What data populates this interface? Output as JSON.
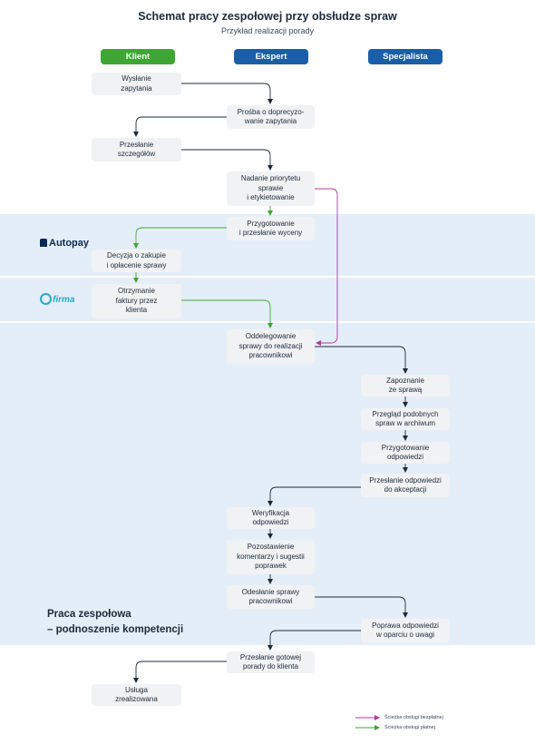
{
  "title": "Schemat pracy zespołowej przy obsłudze spraw",
  "subtitle": "Przykład realizacji porady",
  "lanes": {
    "klient": "Klient",
    "ekspert": "Ekspert",
    "specjalista": "Specjalista"
  },
  "nodes": {
    "n1": "Wysłanie\nzapytania",
    "n2": "Prośba o doprecyzo-\nwanie zapytania",
    "n3": "Przesłanie\nszczegółów",
    "n4": "Nadanie priorytetu\nsprawie\ni etykietowanie",
    "n5": "Przygotowanie\ni przesłanie wyceny",
    "n6": "Decyzja o zakupie\ni opłacenie sprawy",
    "n7": "Otrzymanie\nfaktury przez\nklienta",
    "n8": "Oddelegowanie\nsprawy do realizacji\npracownikowi",
    "n9": "Zapoznanie\nze sprawą",
    "n10": "Przegląd podobnych\nspraw w archiwum",
    "n11": "Przygotowanie\nodpowiedzi",
    "n12": "Przesłanie odpowiedzi\ndo akceptacji",
    "n13": "Weryfikacja\nodpowiedzi",
    "n14": "Pozostawienie\nkomentarzy i sugestii\npoprawek",
    "n15": "Odesłanie sprawy\npracownikowi",
    "n16": "Poprawa odpowiedzi\nw oparciu o uwagi",
    "n17": "Przesłanie gotowej\nporady do klienta",
    "n18": "Usługa\nzrealizowana"
  },
  "logos": {
    "autopay": "Autopay",
    "wfirma": "firma"
  },
  "team_label": {
    "line1": "Praca zespołowa",
    "line2": "– podnoszenie kompetencji"
  },
  "legend": {
    "free": "Ścieżka obsługi bezpłatnej",
    "paid": "Ścieżka obsługi płatnej"
  },
  "colors": {
    "klient_lane": "#3fa535",
    "ekspert_lane": "#1a5ea8",
    "specjalista_lane": "#1a5ea8",
    "band": "#e4eef8",
    "node": "#f1f2f4",
    "arrow_default": "#1b2a3a",
    "arrow_free": "#b5379f",
    "arrow_paid": "#3fa535"
  }
}
